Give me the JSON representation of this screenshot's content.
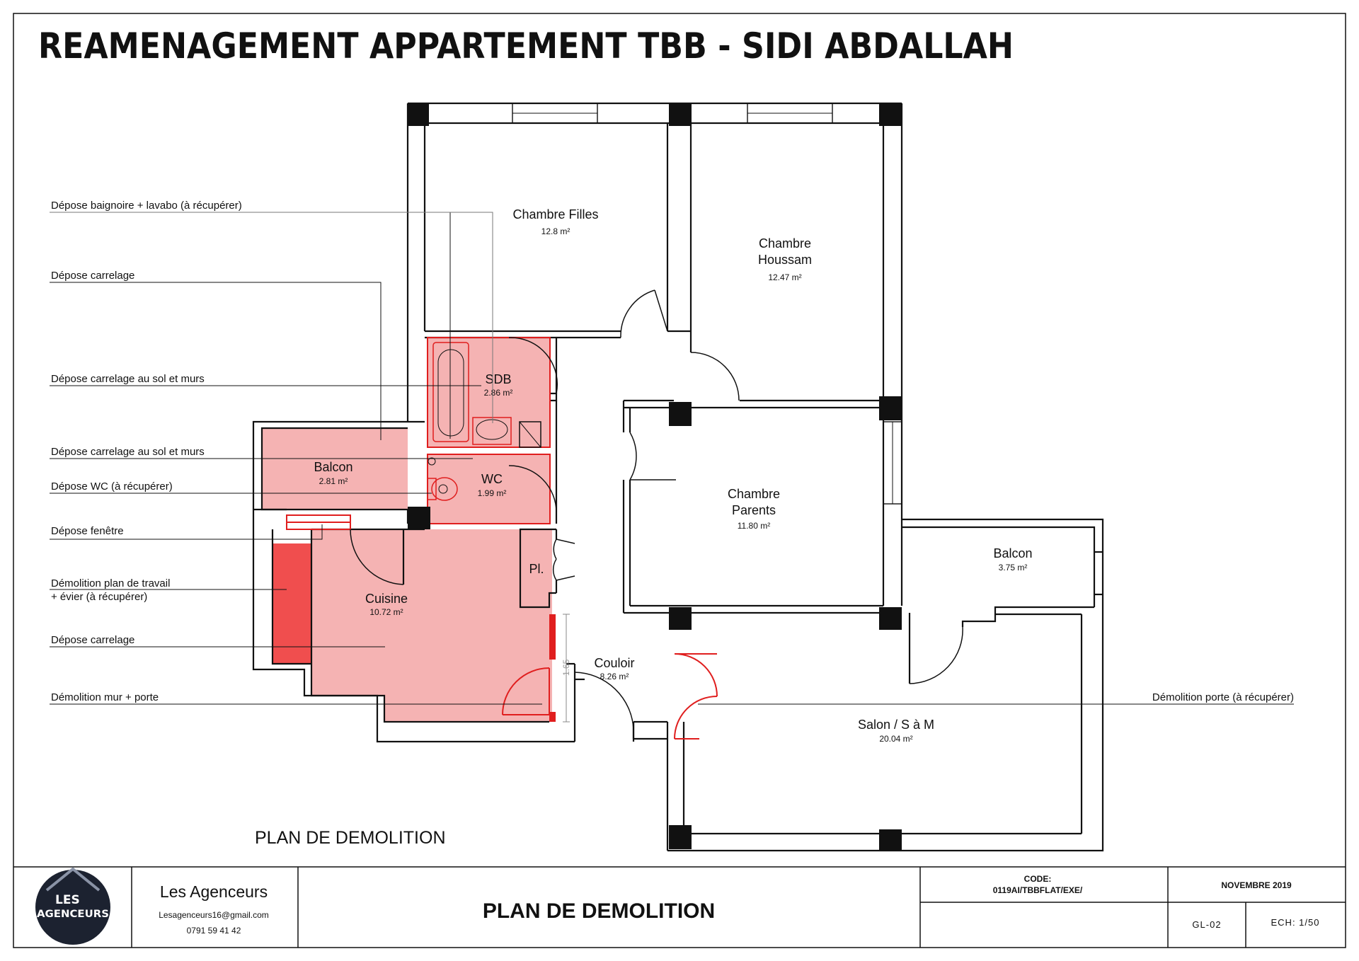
{
  "title": "REAMENAGEMENT APPARTEMENT TBB - SIDI ABDALLAH",
  "plan_caption": "PLAN DE DEMOLITION",
  "rooms": [
    {
      "name": "Chambre Filles",
      "area": "12.8 m²"
    },
    {
      "name_line1": "Chambre",
      "name_line2": "Houssam",
      "area": "12.47 m²"
    },
    {
      "name": "SDB",
      "area": "2.86 m²"
    },
    {
      "name": "Balcon",
      "area": "2.81 m²"
    },
    {
      "name": "WC",
      "area": "1.99 m²"
    },
    {
      "name_line1": "Chambre",
      "name_line2": "Parents",
      "area": "11.80 m²"
    },
    {
      "name": "Balcon",
      "area": "3.75 m²"
    },
    {
      "name": "Pl.",
      "area": ""
    },
    {
      "name": "Cuisine",
      "area": "10.72 m²"
    },
    {
      "name": "Couloir",
      "area": "8.26 m²"
    },
    {
      "name": "Salon / S à M",
      "area": "20.04 m²"
    }
  ],
  "dimension_label": "1.65",
  "annotations": [
    "Dépose baignoire + lavabo (à récupérer)",
    "Dépose carrelage",
    "Dépose carrelage au sol et murs",
    "Dépose carrelage au sol et murs",
    "Dépose WC (à récupérer)",
    "Dépose fenêtre",
    "Démolition plan de travail",
    "+ évier (à récupérer)",
    "Dépose carrelage",
    "Démolition mur + porte",
    "Démolition porte (à récupérer)"
  ],
  "title_block": {
    "logo_line1": "LES",
    "logo_line2": "AGENCEURS",
    "company": "Les Agenceurs",
    "email": "Lesagenceurs16@gmail.com",
    "phone": "0791 59 41 42",
    "drawing_title": "PLAN DE DEMOLITION",
    "code_label": "CODE:",
    "code_value": "0119AI/TBBFLAT/EXE/",
    "date": "NOVEMBRE 2019",
    "sheet": "GL-02",
    "scale": "ECH: 1/50"
  },
  "colors": {
    "demolition_fill": "#f5b3b3",
    "demolition_strong": "#f04e4e",
    "demolition_line": "#e01e1e",
    "wall": "#111111",
    "logo_bg": "#1c2230"
  }
}
